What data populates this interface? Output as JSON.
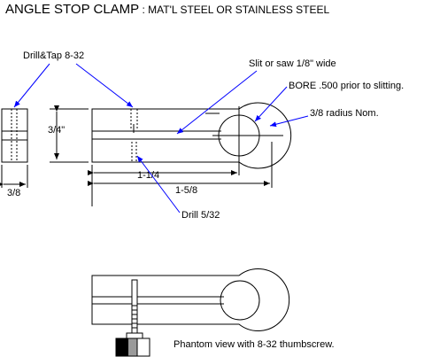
{
  "title": {
    "main": "ANGLE STOP CLAMP",
    "sub": " : MAT'L STEEL OR STAINLESS STEEL"
  },
  "notes": {
    "drill_tap": "Drill&Tap 8-32",
    "slit": "Slit or saw 1/8\" wide",
    "bore": "BORE .500 prior to slitting.",
    "radius": "3/8 radius Nom.",
    "drill": "Drill 5/32",
    "phantom": "Phantom view with 8-32 thumbscrew."
  },
  "dimensions": {
    "height": "3/4\"",
    "width": "3/8",
    "inner_length": "1-1/4",
    "overall_length": "1-5/8"
  },
  "colors": {
    "leader": "#0000ff",
    "line": "#000000"
  }
}
